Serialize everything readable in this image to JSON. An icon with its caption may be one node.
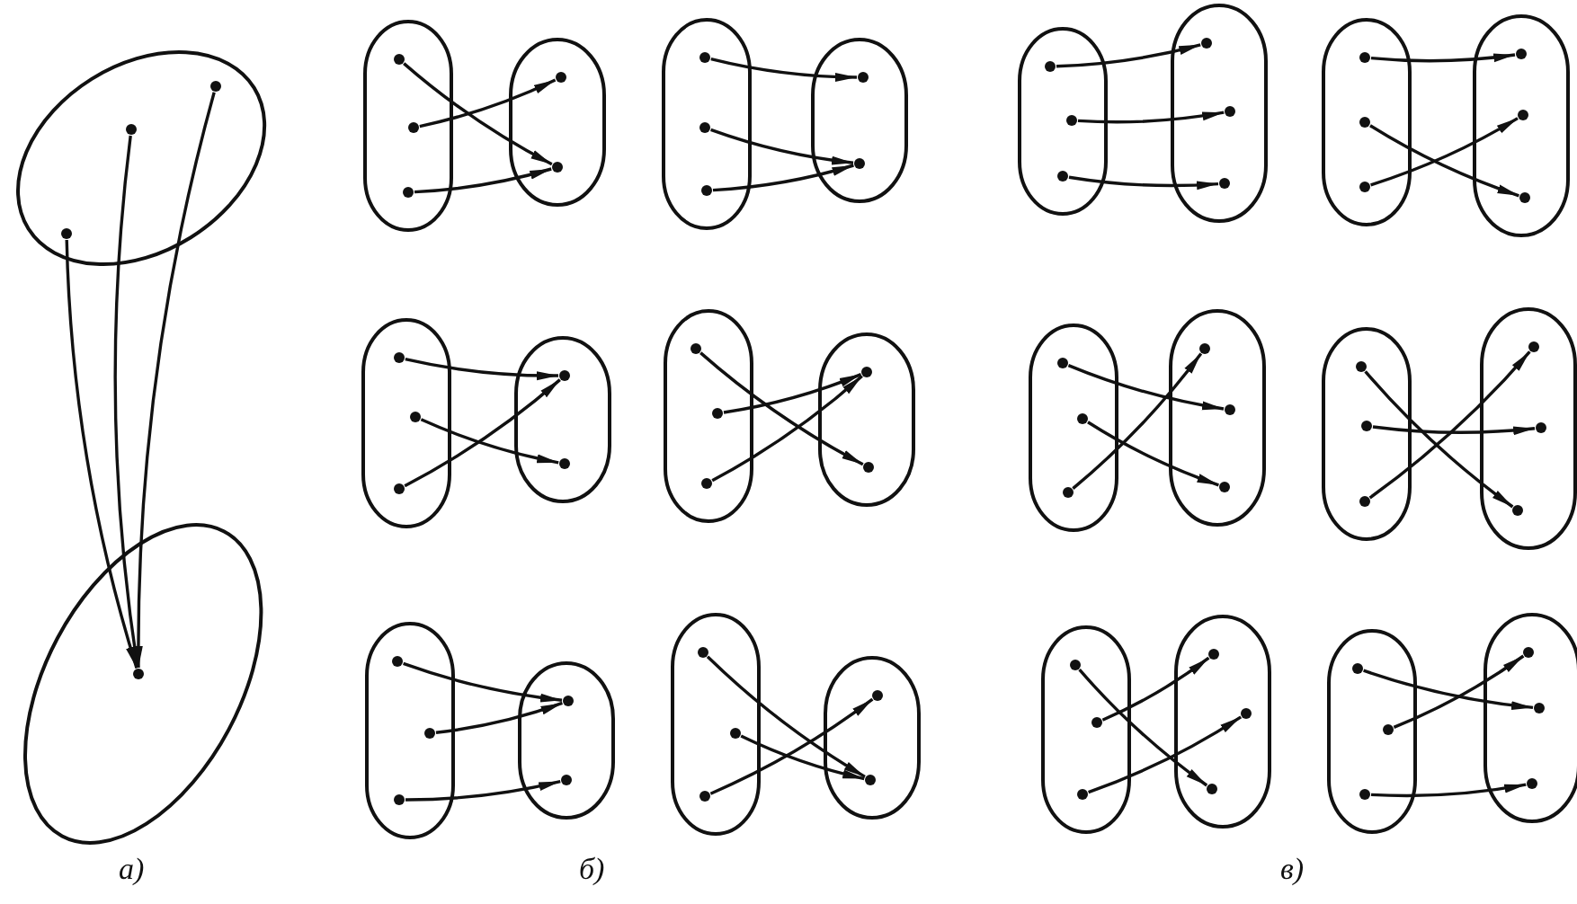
{
  "diagram": {
    "nodes": [
      {
        "text": [],
        "shape": "oval"
      },
      {
        "text": [],
        "shape": "circle",
        "in": 0
      },
      {
        "text": [],
        "shape": "circle",
        "in": 0
      },
      {
        "text": [],
        "shape": "circle",
        "in": 0
      },
      {
        "text": [],
        "shape": "oval"
      },
      {
        "text": [],
        "shape": "circle",
        "in": 4
      },
      {
        "text": [],
        "shape": "oval"
      },
      {
        "text": [],
        "shape": "circle",
        "in": 6
      },
      {
        "text": [],
        "shape": "circle",
        "in": 6
      },
      {
        "text": [],
        "shape": "circle",
        "in": 6
      },
      {
        "text": [],
        "shape": "oval"
      },
      {
        "text": [],
        "shape": "circle",
        "in": 10
      },
      {
        "text": [],
        "shape": "circle",
        "in": 10
      },
      {
        "text": [],
        "shape": "oval"
      },
      {
        "text": [],
        "shape": "circle",
        "in": 13
      },
      {
        "text": [],
        "shape": "circle",
        "in": 13
      },
      {
        "text": [],
        "shape": "circle",
        "in": 13
      },
      {
        "text": [],
        "shape": "oval"
      },
      {
        "text": [],
        "shape": "circle",
        "in": 17
      },
      {
        "text": [],
        "shape": "circle",
        "in": 17
      },
      {
        "text": [],
        "shape": "oval"
      },
      {
        "text": [],
        "shape": "circle",
        "in": 20
      },
      {
        "text": [],
        "shape": "circle",
        "in": 20
      },
      {
        "text": [],
        "shape": "circle",
        "in": 20
      },
      {
        "text": [],
        "shape": "oval"
      },
      {
        "text": [],
        "shape": "circle",
        "in": 24
      },
      {
        "text": [],
        "shape": "circle",
        "in": 24
      },
      {
        "text": [],
        "shape": "oval"
      },
      {
        "text": [],
        "shape": "circle",
        "in": 27
      },
      {
        "text": [],
        "shape": "circle",
        "in": 27
      },
      {
        "text": [],
        "shape": "circle",
        "in": 27
      },
      {
        "text": [],
        "shape": "oval"
      },
      {
        "text": [],
        "shape": "circle",
        "in": 31
      },
      {
        "text": [],
        "shape": "circle",
        "in": 31
      },
      {
        "text": [],
        "shape": "oval"
      },
      {
        "text": [],
        "shape": "circle",
        "in": 34
      },
      {
        "text": [],
        "shape": "circle",
        "in": 34
      },
      {
        "text": [],
        "shape": "circle",
        "in": 34
      },
      {
        "text": [],
        "shape": "oval"
      },
      {
        "text": [],
        "shape": "circle",
        "in": 38
      },
      {
        "text": [],
        "shape": "circle",
        "in": 38
      },
      {
        "text": [],
        "shape": "oval"
      },
      {
        "text": [],
        "shape": "circle",
        "in": 41
      },
      {
        "text": [],
        "shape": "circle",
        "in": 41
      },
      {
        "text": [],
        "shape": "circle",
        "in": 41
      },
      {
        "text": [],
        "shape": "oval"
      },
      {
        "text": [],
        "shape": "circle",
        "in": 45
      },
      {
        "text": [],
        "shape": "circle",
        "in": 45
      },
      {
        "text": [],
        "shape": "oval"
      },
      {
        "text": [],
        "shape": "circle",
        "in": 48
      },
      {
        "text": [],
        "shape": "circle",
        "in": 48
      },
      {
        "text": [],
        "shape": "circle",
        "in": 48
      },
      {
        "text": [],
        "shape": "oval"
      },
      {
        "text": [],
        "shape": "circle",
        "in": 52
      },
      {
        "text": [],
        "shape": "circle",
        "in": 52
      },
      {
        "text": [],
        "shape": "circle",
        "in": 52
      },
      {
        "text": [],
        "shape": "oval"
      },
      {
        "text": [],
        "shape": "circle",
        "in": 56
      },
      {
        "text": [],
        "shape": "circle",
        "in": 56
      },
      {
        "text": [],
        "shape": "circle",
        "in": 56
      },
      {
        "text": [],
        "shape": "oval"
      },
      {
        "text": [],
        "shape": "circle",
        "in": 60
      },
      {
        "text": [],
        "shape": "circle",
        "in": 60
      },
      {
        "text": [],
        "shape": "circle",
        "in": 60
      },
      {
        "text": [],
        "shape": "oval"
      },
      {
        "text": [],
        "shape": "circle",
        "in": 64
      },
      {
        "text": [],
        "shape": "circle",
        "in": 64
      },
      {
        "text": [],
        "shape": "circle",
        "in": 64
      },
      {
        "text": [],
        "shape": "oval"
      },
      {
        "text": [],
        "shape": "circle",
        "in": 68
      },
      {
        "text": [],
        "shape": "circle",
        "in": 68
      },
      {
        "text": [],
        "shape": "circle",
        "in": 68
      },
      {
        "text": [],
        "shape": "oval"
      },
      {
        "text": [],
        "shape": "circle",
        "in": 72
      },
      {
        "text": [],
        "shape": "circle",
        "in": 72
      },
      {
        "text": [],
        "shape": "circle",
        "in": 72
      },
      {
        "text": [],
        "shape": "oval"
      },
      {
        "text": [],
        "shape": "circle",
        "in": 76
      },
      {
        "text": [],
        "shape": "circle",
        "in": 76
      },
      {
        "text": [],
        "shape": "circle",
        "in": 76
      },
      {
        "text": [],
        "shape": "oval"
      },
      {
        "text": [],
        "shape": "circle",
        "in": 80
      },
      {
        "text": [],
        "shape": "circle",
        "in": 80
      },
      {
        "text": [],
        "shape": "circle",
        "in": 80
      },
      {
        "text": [],
        "shape": "oval"
      },
      {
        "text": [],
        "shape": "circle",
        "in": 84
      },
      {
        "text": [],
        "shape": "circle",
        "in": 84
      },
      {
        "text": [],
        "shape": "circle",
        "in": 84
      },
      {
        "text": [],
        "shape": "oval"
      },
      {
        "text": [],
        "shape": "circle",
        "in": 88
      },
      {
        "text": [],
        "shape": "circle",
        "in": 88
      },
      {
        "text": [],
        "shape": "circle",
        "in": 88
      },
      {
        "text": [],
        "shape": "oval"
      },
      {
        "text": [],
        "shape": "circle",
        "in": 92
      },
      {
        "text": [],
        "shape": "circle",
        "in": 92
      },
      {
        "text": [],
        "shape": "circle",
        "in": 92
      }
    ],
    "edges": [
      {
        "from": 1,
        "to": 5,
        "arrow": "to"
      },
      {
        "from": 2,
        "to": 5,
        "arrow": "to"
      },
      {
        "from": 3,
        "to": 5,
        "arrow": "to"
      },
      {
        "from": 7,
        "to": 12,
        "arrow": "to"
      },
      {
        "from": 8,
        "to": 11,
        "arrow": "to"
      },
      {
        "from": 9,
        "to": 12,
        "arrow": "to"
      },
      {
        "from": 14,
        "to": 18,
        "arrow": "to"
      },
      {
        "from": 15,
        "to": 19,
        "arrow": "to"
      },
      {
        "from": 16,
        "to": 19,
        "arrow": "to"
      },
      {
        "from": 21,
        "to": 25,
        "arrow": "to"
      },
      {
        "from": 22,
        "to": 26,
        "arrow": "to"
      },
      {
        "from": 23,
        "to": 25,
        "arrow": "to"
      },
      {
        "from": 28,
        "to": 33,
        "arrow": "to"
      },
      {
        "from": 29,
        "to": 32,
        "arrow": "to"
      },
      {
        "from": 30,
        "to": 32,
        "arrow": "to"
      },
      {
        "from": 35,
        "to": 39,
        "arrow": "to"
      },
      {
        "from": 36,
        "to": 39,
        "arrow": "to"
      },
      {
        "from": 37,
        "to": 40,
        "arrow": "to"
      },
      {
        "from": 42,
        "to": 47,
        "arrow": "to"
      },
      {
        "from": 43,
        "to": 47,
        "arrow": "to"
      },
      {
        "from": 44,
        "to": 46,
        "arrow": "to"
      },
      {
        "from": 49,
        "to": 53,
        "arrow": "to"
      },
      {
        "from": 50,
        "to": 54,
        "arrow": "to"
      },
      {
        "from": 51,
        "to": 55,
        "arrow": "to"
      },
      {
        "from": 57,
        "to": 61,
        "arrow": "to"
      },
      {
        "from": 58,
        "to": 63,
        "arrow": "to"
      },
      {
        "from": 59,
        "to": 62,
        "arrow": "to"
      },
      {
        "from": 65,
        "to": 70,
        "arrow": "to"
      },
      {
        "from": 66,
        "to": 71,
        "arrow": "to"
      },
      {
        "from": 67,
        "to": 69,
        "arrow": "to"
      },
      {
        "from": 73,
        "to": 79,
        "arrow": "to"
      },
      {
        "from": 74,
        "to": 78,
        "arrow": "to"
      },
      {
        "from": 75,
        "to": 77,
        "arrow": "to"
      },
      {
        "from": 81,
        "to": 87,
        "arrow": "to"
      },
      {
        "from": 82,
        "to": 85,
        "arrow": "to"
      },
      {
        "from": 83,
        "to": 86,
        "arrow": "to"
      },
      {
        "from": 89,
        "to": 94,
        "arrow": "to"
      },
      {
        "from": 90,
        "to": 93,
        "arrow": "to"
      },
      {
        "from": 91,
        "to": 95,
        "arrow": "to"
      }
    ],
    "labels": [
      "а)",
      "б)",
      "в)"
    ]
  }
}
